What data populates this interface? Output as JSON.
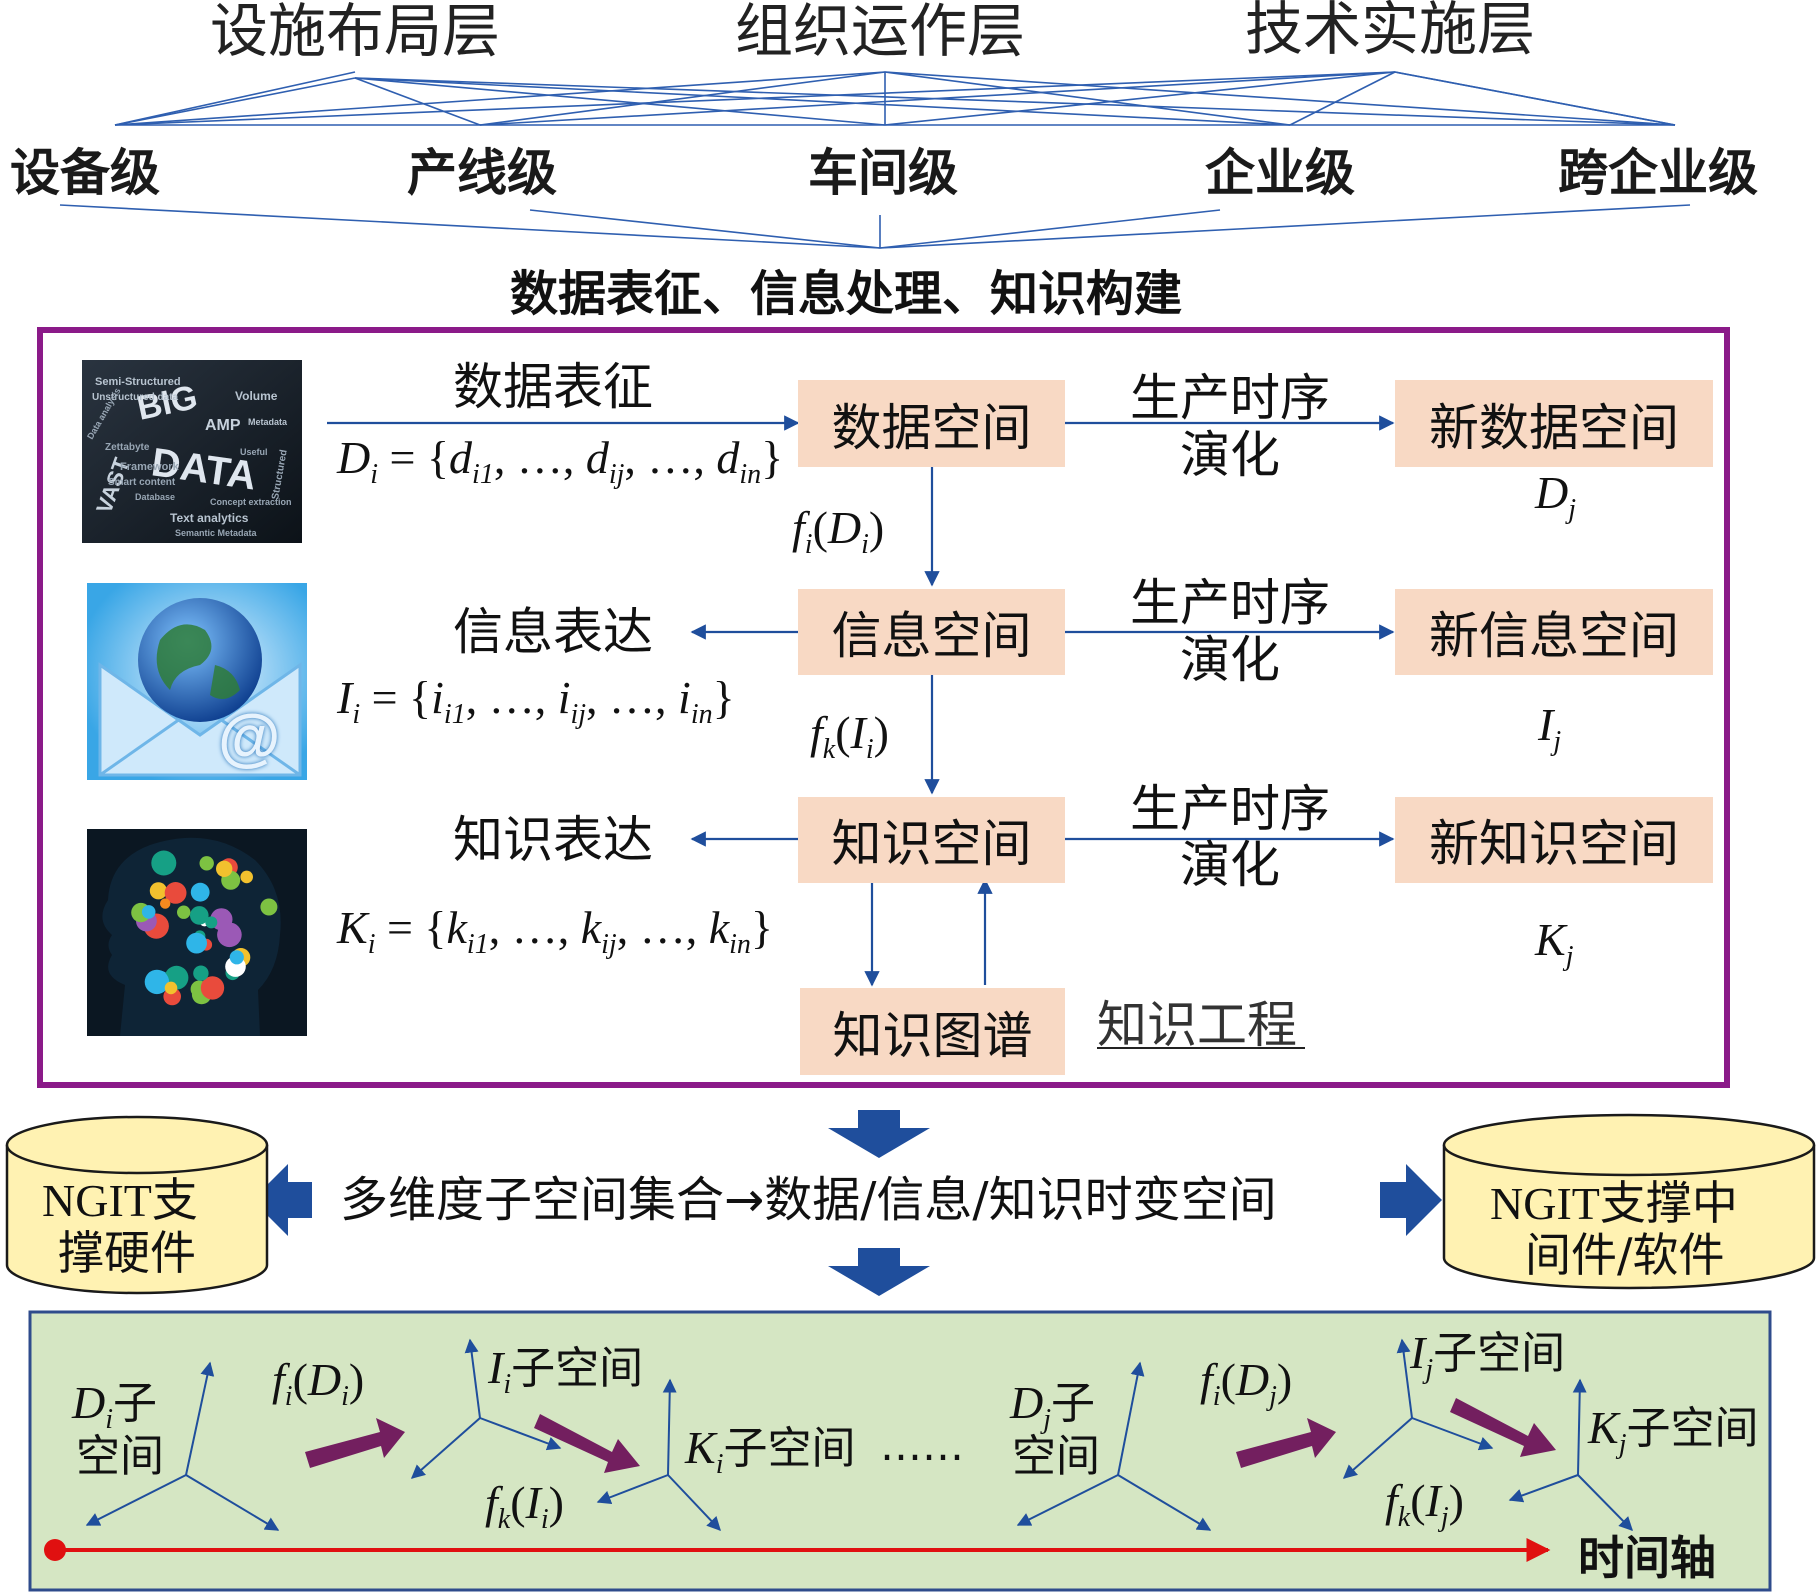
{
  "top_layers": [
    "设施布局层",
    "组织运作层",
    "技术实施层"
  ],
  "levels": [
    "设备级",
    "产线级",
    "车间级",
    "企业级",
    "跨企业级"
  ],
  "process_title": "数据表征、信息处理、知识构建",
  "panel": {
    "data_label": "数据表征",
    "data_formula": {
      "var": "D",
      "sub": "i",
      "elems": [
        "d",
        "i1",
        "d",
        "ij",
        "d",
        "in"
      ]
    },
    "spaces": [
      "数据空间",
      "信息空间",
      "知识空间"
    ],
    "new_spaces": [
      "新数据空间",
      "新信息空间",
      "新知识空间"
    ],
    "evolution_line1": "生产时序",
    "evolution_line2": "演化",
    "new_space_vars": [
      {
        "v": "D",
        "s": "j"
      },
      {
        "v": "I",
        "s": "j"
      },
      {
        "v": "K",
        "s": "j"
      }
    ],
    "info_label": "信息表达",
    "info_formula": {
      "var": "I",
      "sub": "i",
      "elems": [
        "i",
        "i1",
        "i",
        "ij",
        "i",
        "in"
      ]
    },
    "knowledge_label": "知识表达",
    "knowledge_formula": {
      "var": "K",
      "sub": "i",
      "elems": [
        "k",
        "i1",
        "k",
        "ij",
        "k",
        "in"
      ]
    },
    "func_fi": {
      "f": "f",
      "fs": "i",
      "a": "D",
      "as": "i"
    },
    "func_fk": {
      "f": "f",
      "fs": "k",
      "a": "I",
      "as": "i"
    },
    "graph_box": "知识图谱",
    "engineering": "知识工程",
    "thumb1_words": [
      "BIG",
      "DATA",
      "Semi-Structured",
      "Unstructured data",
      "Volume",
      "AMP",
      "Metadata",
      "VAST",
      "Text analytics",
      "Semantic Metadata",
      "Smart content",
      "Framework",
      "Zettabyte",
      "Concept extraction",
      "Structured",
      "Useful",
      "Data analysis",
      "Database"
    ],
    "thumb2_glyph": "@"
  },
  "middle": {
    "left_cylinder": [
      "NGIT支",
      "撑硬件"
    ],
    "right_cylinder": [
      "NGIT支撑中",
      "间件/软件"
    ],
    "center_text": "多维度子空间集合→数据/信息/知识时变空间"
  },
  "bottom": {
    "subspace_D_i": {
      "v": "D",
      "s": "i",
      "t1": "子",
      "t2": "空间"
    },
    "subspace_I_i": {
      "v": "I",
      "s": "i",
      "t": "子空间"
    },
    "subspace_K_i": {
      "v": "K",
      "s": "i",
      "t": "子空间"
    },
    "subspace_D_j": {
      "v": "D",
      "s": "j",
      "t1": "子",
      "t2": "空间"
    },
    "subspace_I_j": {
      "v": "I",
      "s": "j",
      "t": "子空间"
    },
    "subspace_K_j": {
      "v": "K",
      "s": "j",
      "t": "子空间"
    },
    "fi_Di": {
      "f": "f",
      "fs": "i",
      "a": "D",
      "as": "i"
    },
    "fk_Ii": {
      "f": "f",
      "fs": "k",
      "a": "I",
      "as": "i"
    },
    "fi_Dj": {
      "f": "f",
      "fs": "i",
      "a": "D",
      "as": "j"
    },
    "fk_Ij": {
      "f": "f",
      "fs": "k",
      "a": "I",
      "as": "j"
    },
    "ellipsis": "……",
    "time_axis": "时间轴"
  },
  "colors": {
    "frame_purple": "#8b1a89",
    "box_fill": "#f8d9c4",
    "arrow_blue": "#1f4e9c",
    "block_arrow": "#1f4e9c",
    "cylinder": "#fff2b2",
    "green_panel": "#d5e6c3",
    "green_border": "#2f4c8c",
    "purple_arrow": "#731f5f",
    "time_red": "#e01010"
  }
}
